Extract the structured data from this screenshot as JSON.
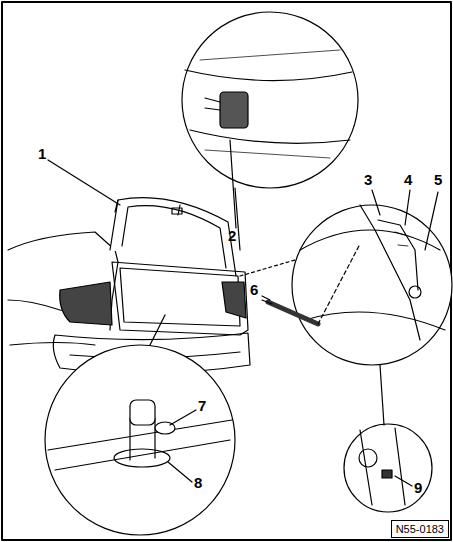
{
  "diagram": {
    "nodes": [
      {
        "text": [
          "N55-0183"
        ]
      }
    ],
    "labels": [
      "1",
      "2",
      "3",
      "4",
      "5",
      "6",
      "7",
      "8",
      "9"
    ]
  }
}
